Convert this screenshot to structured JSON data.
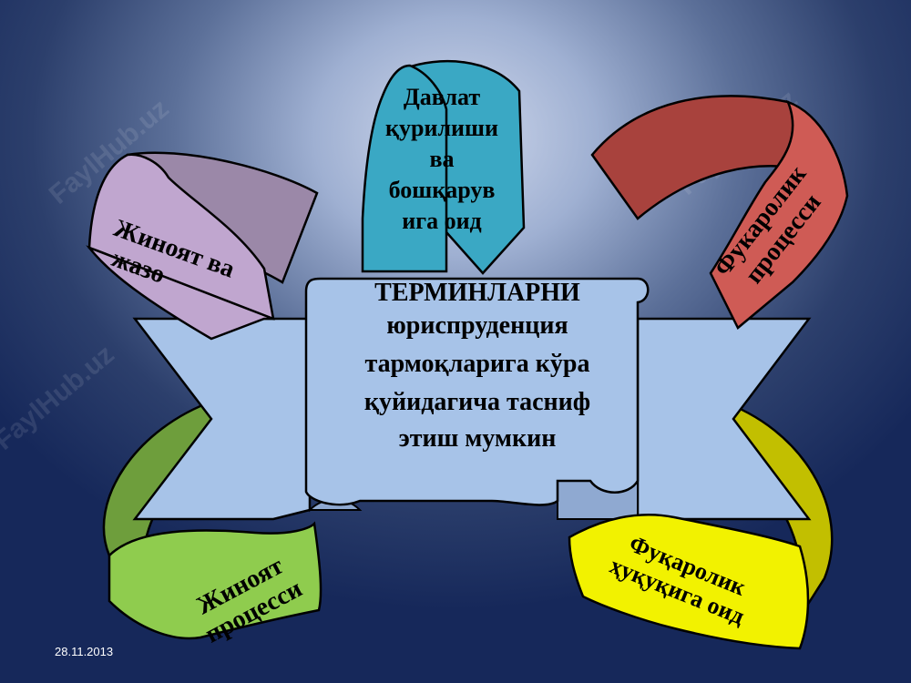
{
  "center": {
    "line1": "ТЕРМИНЛАРНИ",
    "line2": "юриспруденция",
    "line3": "тармоқларига кўра",
    "line4": "қуйидагича тасниф",
    "line5": "этиш мумкин"
  },
  "ribbons": {
    "top": {
      "line1": "Давлат",
      "line2": "қурилиши",
      "line3": "ва",
      "line4": "бошқарув",
      "line5": "ига оид",
      "color": "#3aa8c4"
    },
    "top_left": {
      "line1": "Жиноят ва",
      "line2": "жазо",
      "color": "#c0a6cf"
    },
    "top_right": {
      "line1": "Фукаролик",
      "line2": "процесси",
      "color": "#cf5b55"
    },
    "bottom_left": {
      "line1": "Жиноят",
      "line2": "процесси",
      "color": "#8fcc4e"
    },
    "bottom_right": {
      "line1": "Фуқаролик",
      "line2": "ҳуқуқига оид",
      "color": "#f2f200"
    }
  },
  "banner_color": "#a7c3e8",
  "watermark": "FaylHub.uz",
  "footer": {
    "date": "28.11.2013"
  }
}
